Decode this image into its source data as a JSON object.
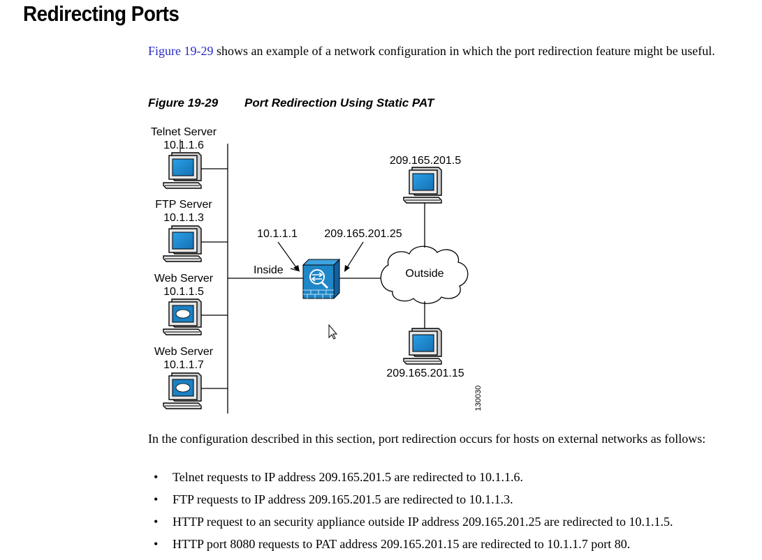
{
  "heading": "Redirecting Ports",
  "intro": {
    "link_text": "Figure 19-29",
    "text": " shows an example of a network configuration in which the port redirection feature might be useful."
  },
  "figure": {
    "number": "Figure 19-29",
    "title": "Port Redirection Using Static PAT",
    "hosts": [
      {
        "name": "Telnet Server",
        "ip": "10.1.1.6",
        "icon": "pc-icon"
      },
      {
        "name": "FTP Server",
        "ip": "10.1.1.3",
        "icon": "pc-icon"
      },
      {
        "name": "Web Server",
        "ip": "10.1.1.5",
        "icon": "web-server-icon"
      },
      {
        "name": "Web Server",
        "ip": "10.1.1.7",
        "icon": "web-server-icon"
      }
    ],
    "inside_label": "Inside",
    "inside_ip": "10.1.1.1",
    "outside_ip": "209.165.201.25",
    "cloud_label": "Outside",
    "outside_host_top": "209.165.201.5",
    "outside_host_bottom": "209.165.201.15",
    "figure_id": "130030",
    "colors": {
      "device_blue": "#1f86c8",
      "screen_blue": "#1e8ad0"
    }
  },
  "after_text": "In the configuration described in this section, port redirection occurs for hosts on external networks as follows:",
  "bullets": [
    "Telnet requests to IP address 209.165.201.5 are redirected to 10.1.1.6.",
    "FTP requests to IP address 209.165.201.5 are redirected to 10.1.1.3.",
    "HTTP request to an security appliance outside IP address 209.165.201.25 are redirected to 10.1.1.5.",
    "HTTP port 8080 requests to PAT address 209.165.201.15 are redirected to 10.1.1.7 port 80."
  ]
}
